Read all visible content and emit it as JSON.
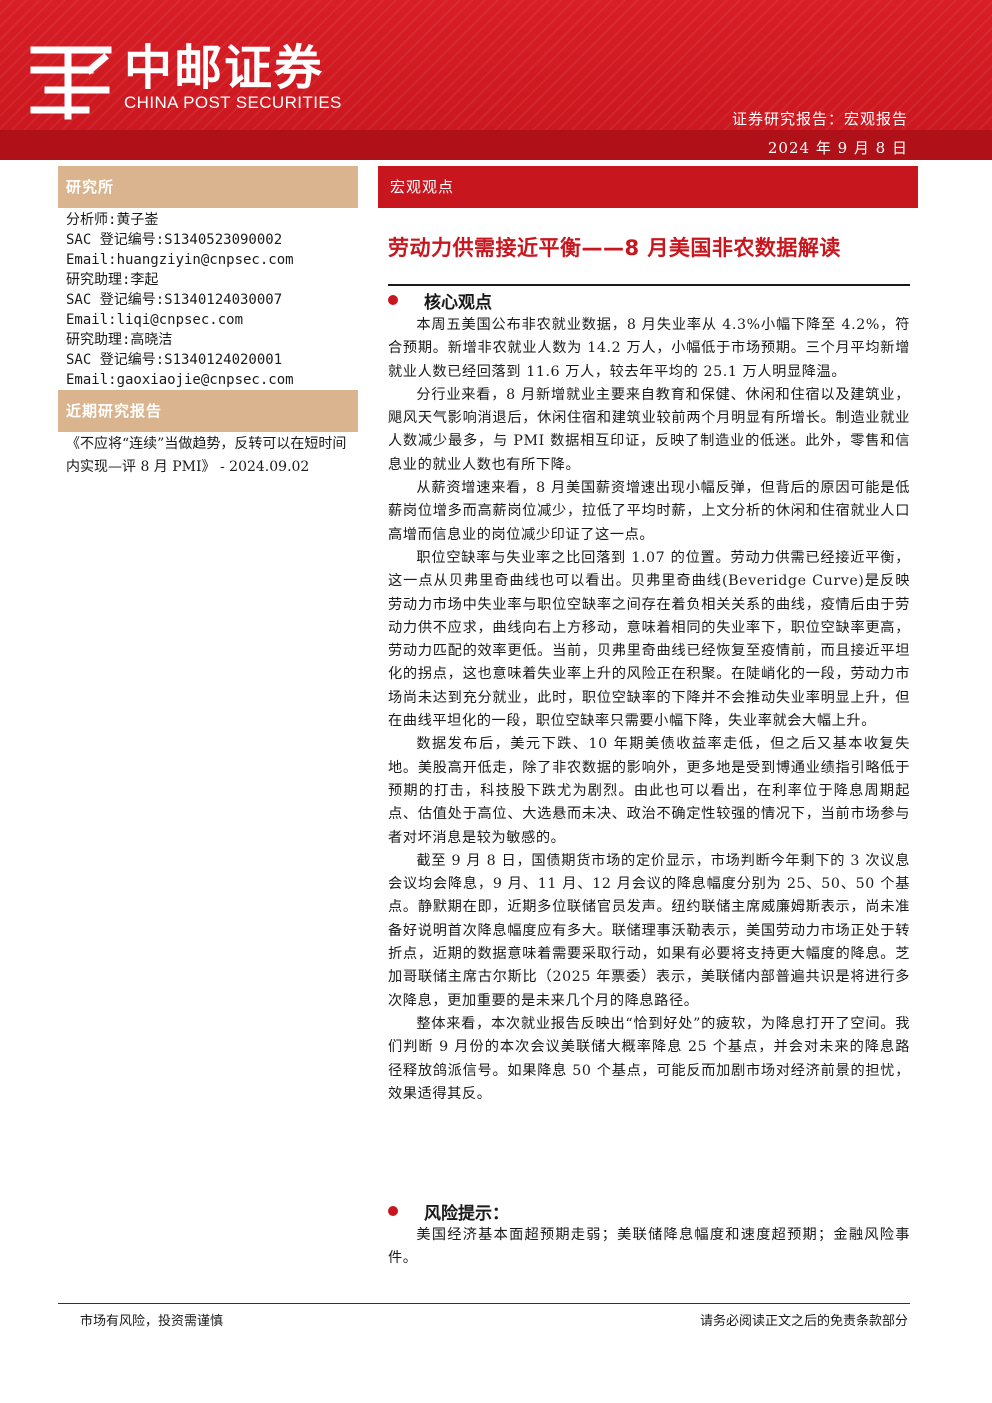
{
  "header": {
    "brand_cn": "中邮证券",
    "brand_en": "CHINA POST SECURITIES",
    "report_type": "证券研究报告：宏观报告",
    "date": "2024 年 9 月 8 日",
    "brand_color": "#c8161e"
  },
  "sidebar": {
    "research_title": "研究所",
    "analysts": [
      "分析师:黄子崟",
      "SAC 登记编号:S1340523090002",
      "Email:huangziyin@cnpsec.com",
      "研究助理:李起",
      "SAC 登记编号:S1340124030007",
      "Email:liqi@cnpsec.com",
      "研究助理:高晓洁",
      "SAC 登记编号:S1340124020001",
      "Email:gaoxiaojie@cnpsec.com"
    ],
    "recent_title": "近期研究报告",
    "recent_report": "《不应将“连续”当做趋势，反转可以在短时间内实现—评 8 月 PMI》 - 2024.09.02"
  },
  "main": {
    "tag": "宏观观点",
    "title": "劳动力供需接近平衡——8 月美国非农数据解读",
    "core_heading": "核心观点",
    "paragraphs": [
      "本周五美国公布非农就业数据，8 月失业率从 4.3%小幅下降至 4.2%，符合预期。新增非农就业人数为 14.2 万人，小幅低于市场预期。三个月平均新增就业人数已经回落到 11.6 万人，较去年平均的 25.1 万人明显降温。",
      "分行业来看，8 月新增就业主要来自教育和保健、休闲和住宿以及建筑业，飓风天气影响消退后，休闲住宿和建筑业较前两个月明显有所增长。制造业就业人数减少最多，与 PMI 数据相互印证，反映了制造业的低迷。此外，零售和信息业的就业人数也有所下降。",
      "从薪资增速来看，8 月美国薪资增速出现小幅反弹，但背后的原因可能是低薪岗位增多而高薪岗位减少，拉低了平均时薪，上文分析的休闲和住宿就业人口高增而信息业的岗位减少印证了这一点。",
      "职位空缺率与失业率之比回落到 1.07 的位置。劳动力供需已经接近平衡，这一点从贝弗里奇曲线也可以看出。贝弗里奇曲线(Beveridge Curve)是反映劳动力市场中失业率与职位空缺率之间存在着负相关关系的曲线，疫情后由于劳动力供不应求，曲线向右上方移动，意味着相同的失业率下，职位空缺率更高，劳动力匹配的效率更低。当前，贝弗里奇曲线已经恢复至疫情前，而且接近平坦化的拐点，这也意味着失业率上升的风险正在积聚。在陡峭化的一段，劳动力市场尚未达到充分就业，此时，职位空缺率的下降并不会推动失业率明显上升，但在曲线平坦化的一段，职位空缺率只需要小幅下降，失业率就会大幅上升。",
      "数据发布后，美元下跌、10 年期美债收益率走低，但之后又基本收复失地。美股高开低走，除了非农数据的影响外，更多地是受到博通业绩指引略低于预期的打击，科技股下跌尤为剧烈。由此也可以看出，在利率位于降息周期起点、估值处于高位、大选悬而未决、政治不确定性较强的情况下，当前市场参与者对坏消息是较为敏感的。",
      "截至 9 月 8 日，国债期货市场的定价显示，市场判断今年剩下的 3 次议息会议均会降息，9 月、11 月、12 月会议的降息幅度分别为 25、50、50 个基点。静默期在即，近期多位联储官员发声。纽约联储主席威廉姆斯表示，尚未准备好说明首次降息幅度应有多大。联储理事沃勒表示，美国劳动力市场正处于转折点，近期的数据意味着需要采取行动，如果有必要将支持更大幅度的降息。芝加哥联储主席古尔斯比（2025 年票委）表示，美联储内部普遍共识是将进行多次降息，更加重要的是未来几个月的降息路径。",
      "整体来看，本次就业报告反映出“恰到好处”的疲软，为降息打开了空间。我们判断 9 月份的本次会议美联储大概率降息 25 个基点，并会对未来的降息路径释放鸽派信号。如果降息 50 个基点，可能反而加剧市场对经济前景的担忧，效果适得其反。"
    ],
    "risk_heading": "风险提示：",
    "risk_text": "美国经济基本面超预期走弱；美联储降息幅度和速度超预期；金融风险事件。"
  },
  "footer": {
    "left": "市场有风险，投资需谨慎",
    "right": "请务必阅读正文之后的免责条款部分"
  }
}
